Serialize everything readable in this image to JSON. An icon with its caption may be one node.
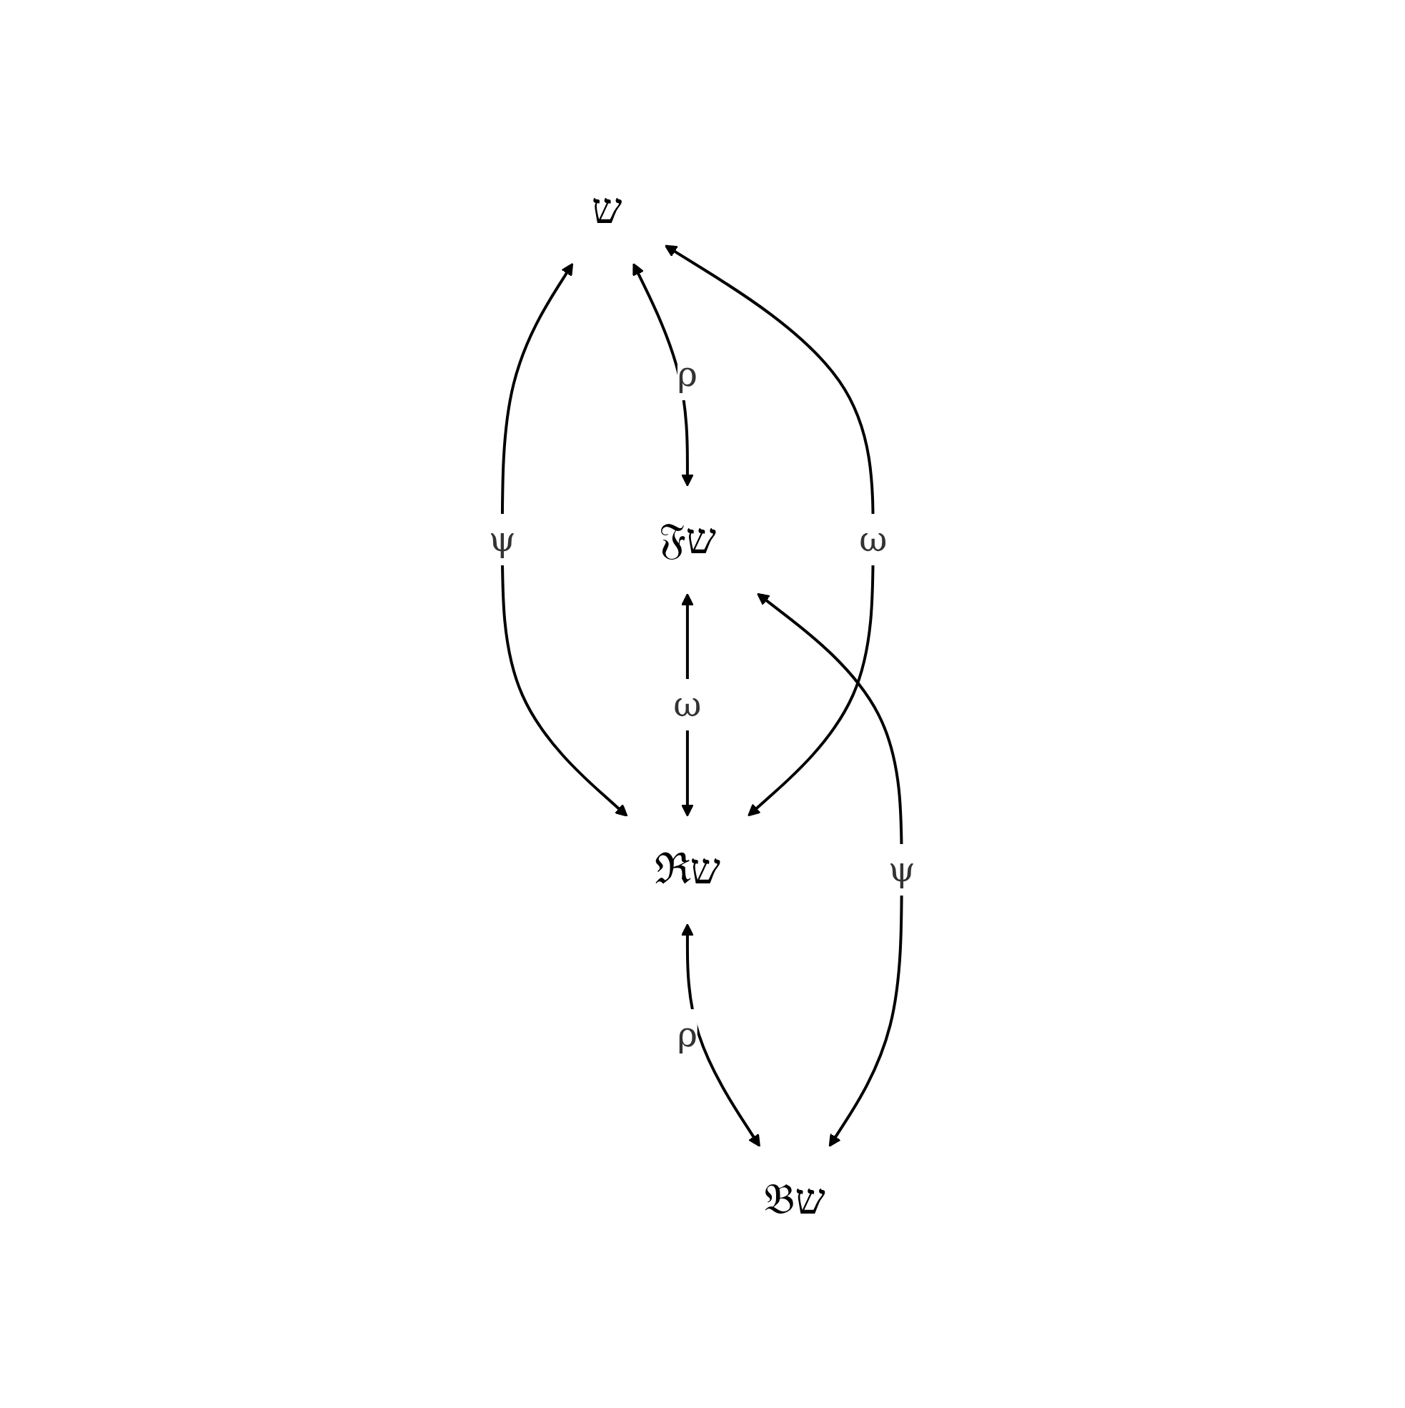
{
  "diagram": {
    "nodes": [
      {
        "text": [
          "ש"
        ]
      },
      {
        "text": [
          "ℜש"
        ]
      },
      {
        "text": [
          "𝔉ש"
        ]
      },
      {
        "text": [
          "𝔅ש"
        ]
      }
    ],
    "edges": [
      {
        "from": 0,
        "to": 1,
        "arrow": "both",
        "label": "ψ"
      },
      {
        "from": 0,
        "to": 2,
        "arrow": "both",
        "label": "ρ"
      },
      {
        "from": 1,
        "to": 3,
        "arrow": "both",
        "label": "ρ"
      },
      {
        "from": 2,
        "to": 1,
        "arrow": "both",
        "label": "ω"
      },
      {
        "from": 2,
        "to": 3,
        "arrow": "both",
        "label": "ψ"
      },
      {
        "from": 1,
        "to": 0,
        "arrow": "both",
        "label": "ω"
      }
    ]
  }
}
